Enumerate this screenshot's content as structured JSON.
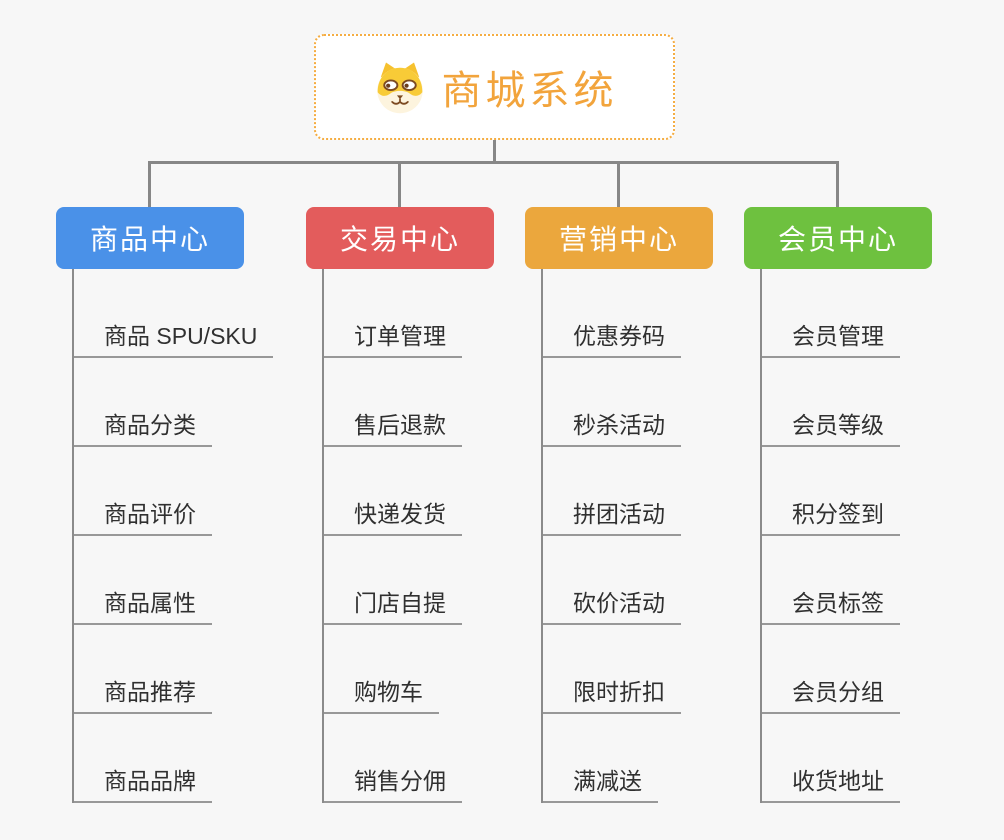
{
  "root": {
    "title": "商城系统",
    "icon": "dog-face-icon",
    "border_color": "#F5AD42",
    "title_color": "#F2A43C"
  },
  "connector_color": "#878787",
  "background_color": "#F7F7F7",
  "branches": [
    {
      "label": "商品中心",
      "color": "#4A91E8",
      "items": [
        "商品 SPU/SKU",
        "商品分类",
        "商品评价",
        "商品属性",
        "商品推荐",
        "商品品牌"
      ]
    },
    {
      "label": "交易中心",
      "color": "#E35C5C",
      "items": [
        "订单管理",
        "售后退款",
        "快递发货",
        "门店自提",
        "购物车",
        "销售分佣"
      ]
    },
    {
      "label": "营销中心",
      "color": "#EBA73D",
      "items": [
        "优惠券码",
        "秒杀活动",
        "拼团活动",
        "砍价活动",
        "限时折扣",
        "满减送"
      ]
    },
    {
      "label": "会员中心",
      "color": "#6EC13F",
      "items": [
        "会员管理",
        "会员等级",
        "积分签到",
        "会员标签",
        "会员分组",
        "收货地址"
      ]
    }
  ]
}
